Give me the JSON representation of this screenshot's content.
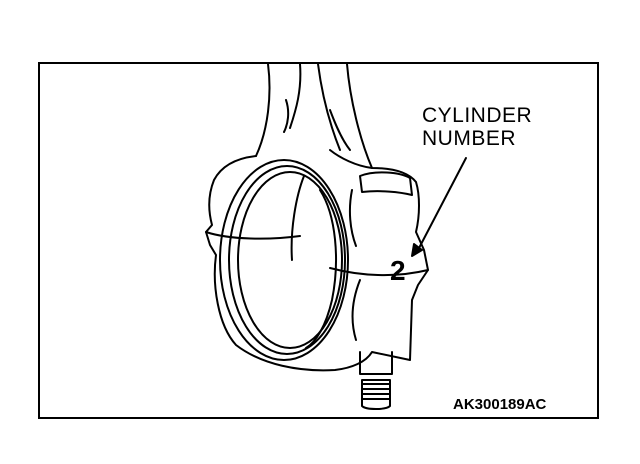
{
  "figure": {
    "callout_line1": "CYLINDER",
    "callout_line2": "NUMBER",
    "cylinder_number": "2",
    "figure_code": "AK300189AC"
  },
  "icons": {
    "part": "connecting-rod-big-end",
    "marker": "cylinder-number-mark"
  }
}
